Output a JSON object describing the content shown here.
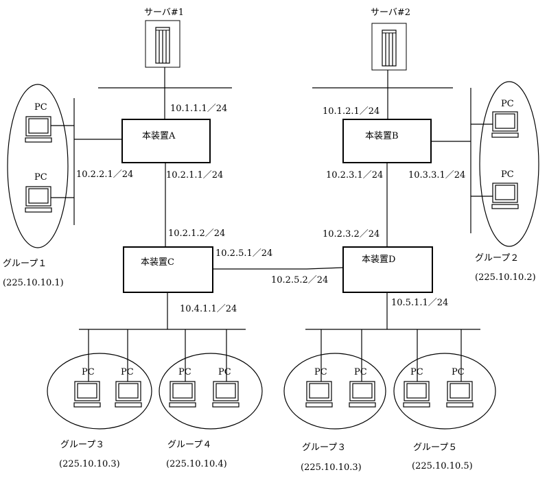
{
  "servers": {
    "s1": "サーバ#1",
    "s2": "サーバ#2"
  },
  "devices": {
    "a": "本装置A",
    "b": "本装置B",
    "c": "本装置C",
    "d": "本装置D"
  },
  "pc_label": "PC",
  "addresses": {
    "a_up": "10.1.1.1／24",
    "b_up": "10.1.2.1／24",
    "a_left": "10.2.2.1／24",
    "a_down": "10.2.1.1／24",
    "b_down": "10.2.3.1／24",
    "b_right": "10.3.3.1／24",
    "c_up": "10.2.1.2／24",
    "d_up": "10.2.3.2／24",
    "c_right": "10.2.5.1／24",
    "d_left": "10.2.5.2／24",
    "c_down": "10.4.1.1／24",
    "d_down": "10.5.1.1／24"
  },
  "groups": {
    "g1": {
      "name": "グループ１",
      "addr": "(225.10.10.1)"
    },
    "g2": {
      "name": "グループ２",
      "addr": "(225.10.10.2)"
    },
    "g3a": {
      "name": "グループ３",
      "addr": "(225.10.10.3)"
    },
    "g4": {
      "name": "グループ４",
      "addr": "(225.10.10.4)"
    },
    "g3b": {
      "name": "グループ３",
      "addr": "(225.10.10.3)"
    },
    "g5": {
      "name": "グループ５",
      "addr": "(225.10.10.5)"
    }
  }
}
